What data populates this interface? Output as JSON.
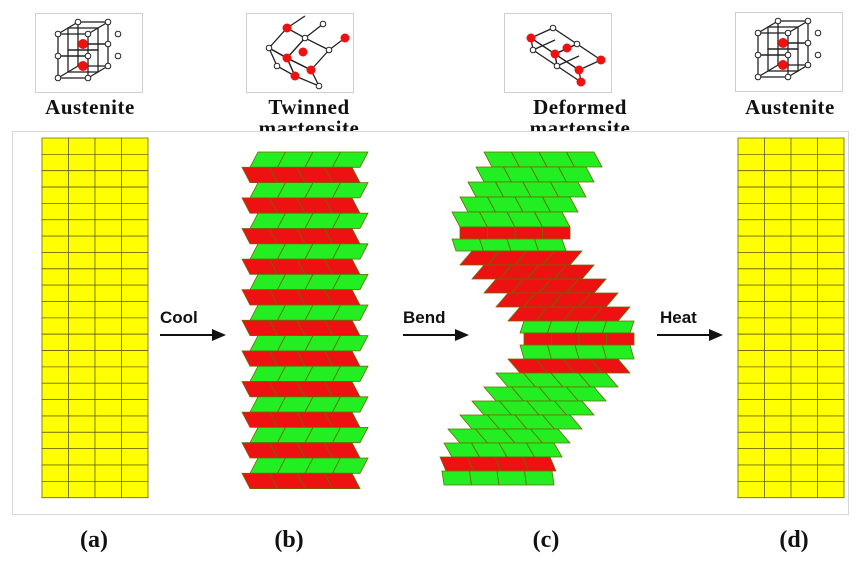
{
  "stages": [
    {
      "title_lines": [
        "Austenite"
      ],
      "caption": "(a)"
    },
    {
      "title_lines": [
        "Twinned",
        "martensite"
      ],
      "caption": "(b)"
    },
    {
      "title_lines": [
        "Deformed",
        "martensite"
      ],
      "caption": "(c)"
    },
    {
      "title_lines": [
        "Austenite"
      ],
      "caption": "(d)"
    }
  ],
  "arrows": {
    "cool": "Cool",
    "bend": "Bend",
    "heat": "Heat"
  },
  "colors": {
    "austenite_fill": "#ffff00",
    "martensite_green": "#22ee22",
    "martensite_red": "#ee1111",
    "grid_line": "#777700",
    "atom_red": "#ee1111"
  }
}
